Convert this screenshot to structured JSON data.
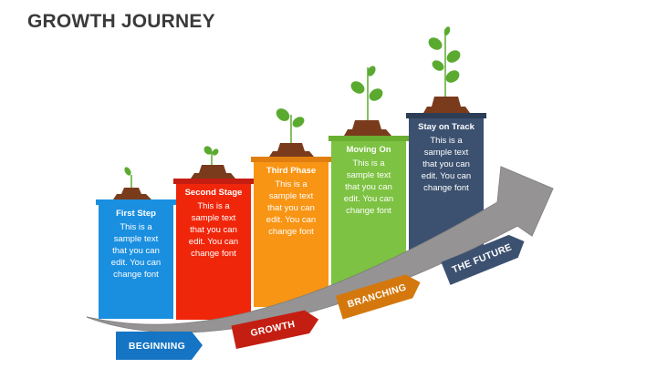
{
  "title": "GROWTH JOURNEY",
  "colors": {
    "blue": "#1a8fe0",
    "red": "#f0260a",
    "orange": "#f89514",
    "green": "#7dc242",
    "navy": "#3c5170",
    "arrow": "#8a8a8a",
    "soil": "#7a3b1c",
    "leaf": "#5aaa30"
  },
  "steps": [
    {
      "heading": "First Step",
      "text_lines": [
        "This is a",
        "sample text",
        "that you can",
        "edit. You can",
        "change font"
      ],
      "color": "#1a8fe0"
    },
    {
      "heading": "Second Stage",
      "text_lines": [
        "This is a",
        "sample text",
        "that you can",
        "edit. You can",
        "change font"
      ],
      "color": "#f0260a"
    },
    {
      "heading": "Third Phase",
      "text_lines": [
        "This is a",
        "sample text",
        "that you can",
        "edit. You can",
        "change font"
      ],
      "color": "#f89514"
    },
    {
      "heading": "Moving On",
      "text_lines": [
        "This is a",
        "sample text",
        "that you can",
        "edit. You can",
        "change font"
      ],
      "color": "#7dc242"
    },
    {
      "heading": "Stay on Track",
      "text_lines": [
        "This is a",
        "sample text",
        "that you can",
        "edit. You can",
        "change font"
      ],
      "color": "#3c5170"
    }
  ],
  "tags": [
    {
      "label": "BEGINNING",
      "color": "#1574c4"
    },
    {
      "label": "GROWTH",
      "color": "#c41e12"
    },
    {
      "label": "BRANCHING",
      "color": "#d4780e"
    },
    {
      "label": "THE FUTURE",
      "color": "#3c5170"
    }
  ]
}
